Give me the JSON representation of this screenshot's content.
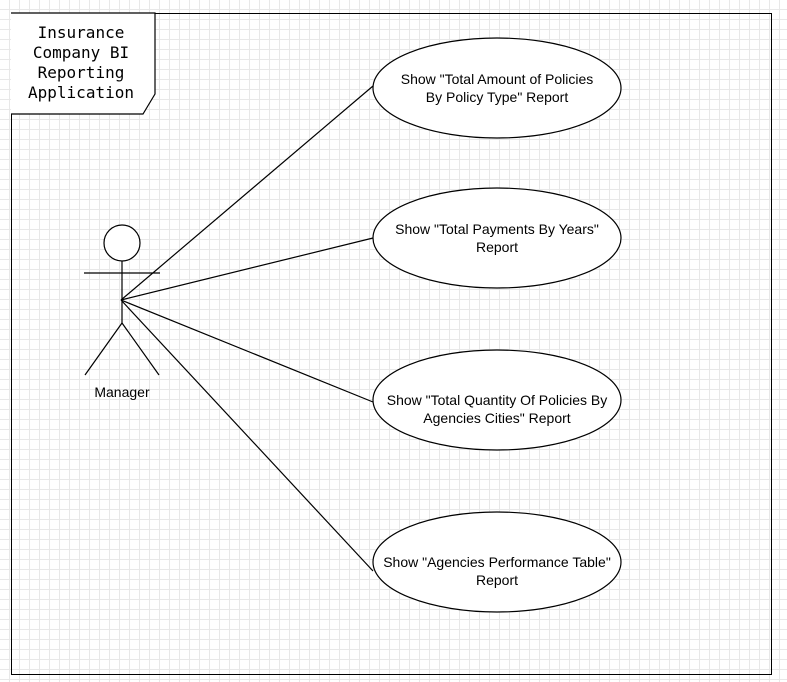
{
  "diagram": {
    "frame_title": "Insurance\nCompany BI\nReporting\nApplication",
    "actor": {
      "name": "Manager"
    },
    "use_cases": [
      {
        "label": "Show \"Total Amount of Policies\nBy Policy Type\" Report"
      },
      {
        "label": "Show \"Total Payments By Years\"\nReport"
      },
      {
        "label": "Show \"Total Quantity Of Policies By\nAgencies Cities\" Report"
      },
      {
        "label": "Show \"Agencies Performance Table\"\nReport"
      }
    ]
  }
}
